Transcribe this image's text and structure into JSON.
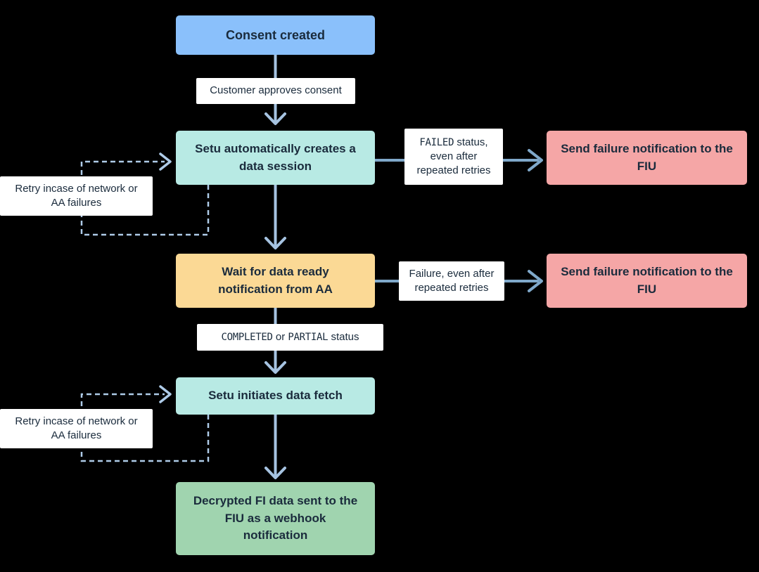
{
  "nodes": {
    "consent_created": {
      "label": "Consent created",
      "color": "#8ac0fb"
    },
    "data_session": {
      "label": "Setu automatically creates a data session",
      "color": "#b8eae4"
    },
    "failure_notification_1": {
      "label": "Send failure notification to the FIU",
      "color": "#f5a6a6"
    },
    "wait_data_ready": {
      "label": "Wait for data ready notification from AA",
      "color": "#fbd995"
    },
    "failure_notification_2": {
      "label": "Send failure notification to the FIU",
      "color": "#f5a6a6"
    },
    "data_fetch": {
      "label": "Setu initiates data fetch",
      "color": "#b8eae4"
    },
    "decrypted_data": {
      "label": "Decrypted FI data sent to the FIU as a webhook notification",
      "color": "#a0d4af"
    }
  },
  "edge_labels": {
    "customer_approves": {
      "text": "Customer approves consent"
    },
    "failed_status": {
      "code": "FAILED",
      "after_code": " status,",
      "line2": "even after",
      "line3": "repeated retries"
    },
    "retry_1": {
      "line1": "Retry incase of network or",
      "line2": "AA failures"
    },
    "failure_retries": {
      "line1": "Failure, even after",
      "line2": "repeated retries"
    },
    "completed_partial": {
      "code1": "COMPLETED",
      "or": " or ",
      "code2": "PARTIAL",
      "status": " status"
    },
    "retry_2": {
      "line1": "Retry incase of network or",
      "line2": "AA failures"
    }
  },
  "colors": {
    "background": "#000000",
    "node_blue": "#8ac0fb",
    "node_teal": "#b8eae4",
    "node_yellow": "#fbd995",
    "node_red": "#f5a6a6",
    "node_green": "#a0d4af",
    "label_background": "#ffffff",
    "text_dark": "#1a2b3c",
    "arrow_vertical": "#a6c3e1",
    "arrow_horizontal": "#7fa8ca",
    "retry_dashed": "#aecbe8"
  }
}
